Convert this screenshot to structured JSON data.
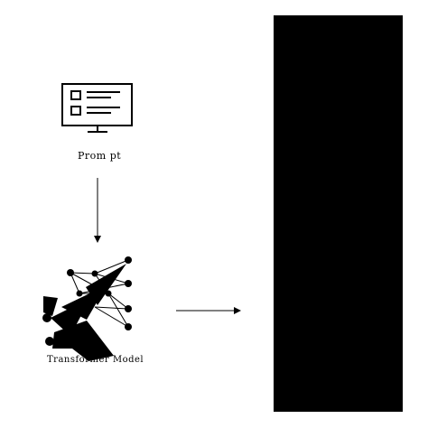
{
  "prompt": {
    "label": "Prom pt",
    "icon": "monitor-form-icon"
  },
  "model": {
    "label": "Transformer Model",
    "icon": "neural-network-icon"
  },
  "output": {
    "icon": "output-panel"
  },
  "colors": {
    "ink": "#000000",
    "background": "#ffffff"
  }
}
